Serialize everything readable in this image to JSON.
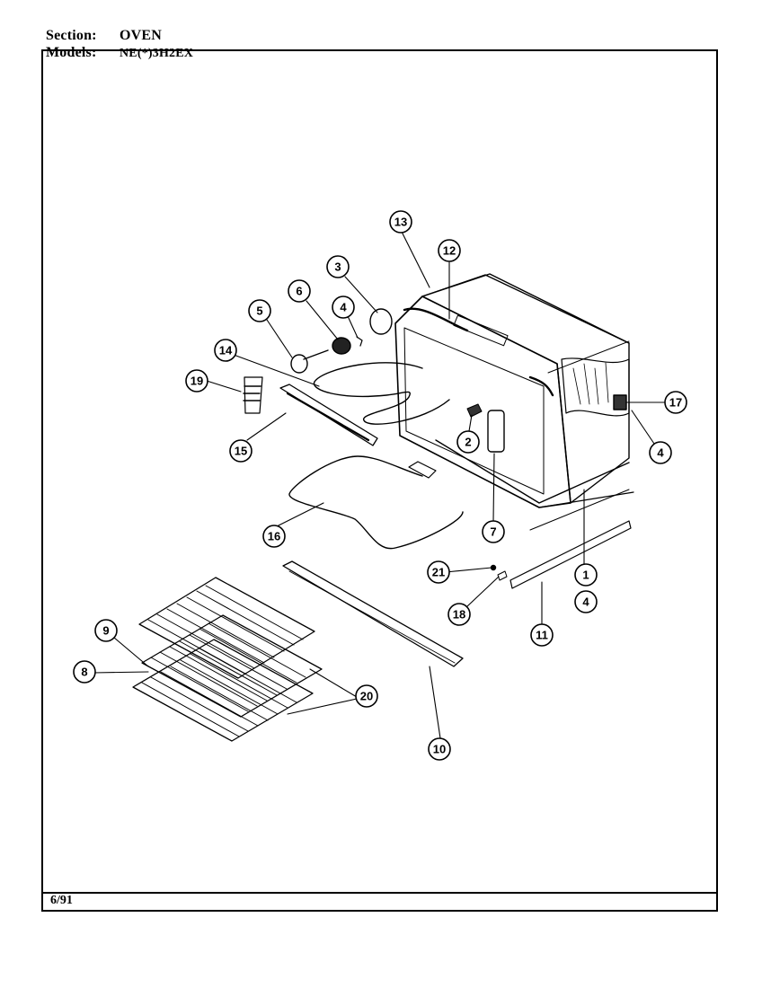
{
  "header": {
    "section_label": "Section:",
    "section_value": "OVEN",
    "models_label": "Models:",
    "models_value": "NE(*)3H2EX"
  },
  "footer": {
    "date": "6/91"
  },
  "callouts": [
    "1",
    "2",
    "3",
    "4",
    "4",
    "4",
    "5",
    "6",
    "7",
    "8",
    "9",
    "10",
    "11",
    "12",
    "13",
    "14",
    "15",
    "16",
    "17",
    "18",
    "19",
    "20",
    "21"
  ]
}
